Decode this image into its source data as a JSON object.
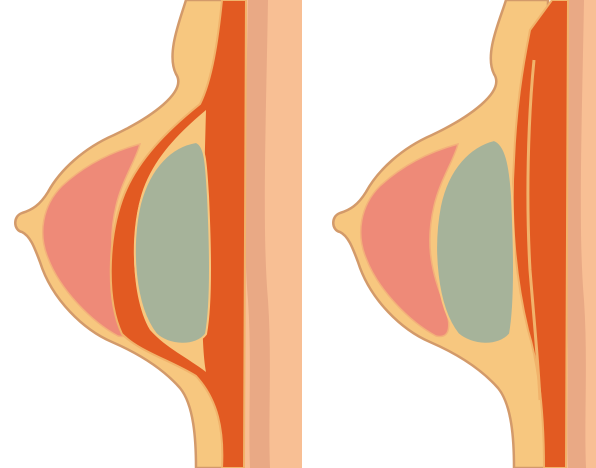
{
  "diagram": {
    "panels": [
      {
        "id": "left",
        "implant_placement": "submuscular"
      },
      {
        "id": "right",
        "implant_placement": "subglandular"
      }
    ],
    "colors": {
      "background": "#ffffff",
      "skin_fat": "#f7c77f",
      "skin_outline": "#d39a6a",
      "gland": "#ee8a78",
      "implant": "#a6b39a",
      "muscle": "#e25a22",
      "muscle_outline": "#f1b36b",
      "rib_band": "#e9a985",
      "chest_wall": "#f8bf94"
    },
    "labels": []
  }
}
